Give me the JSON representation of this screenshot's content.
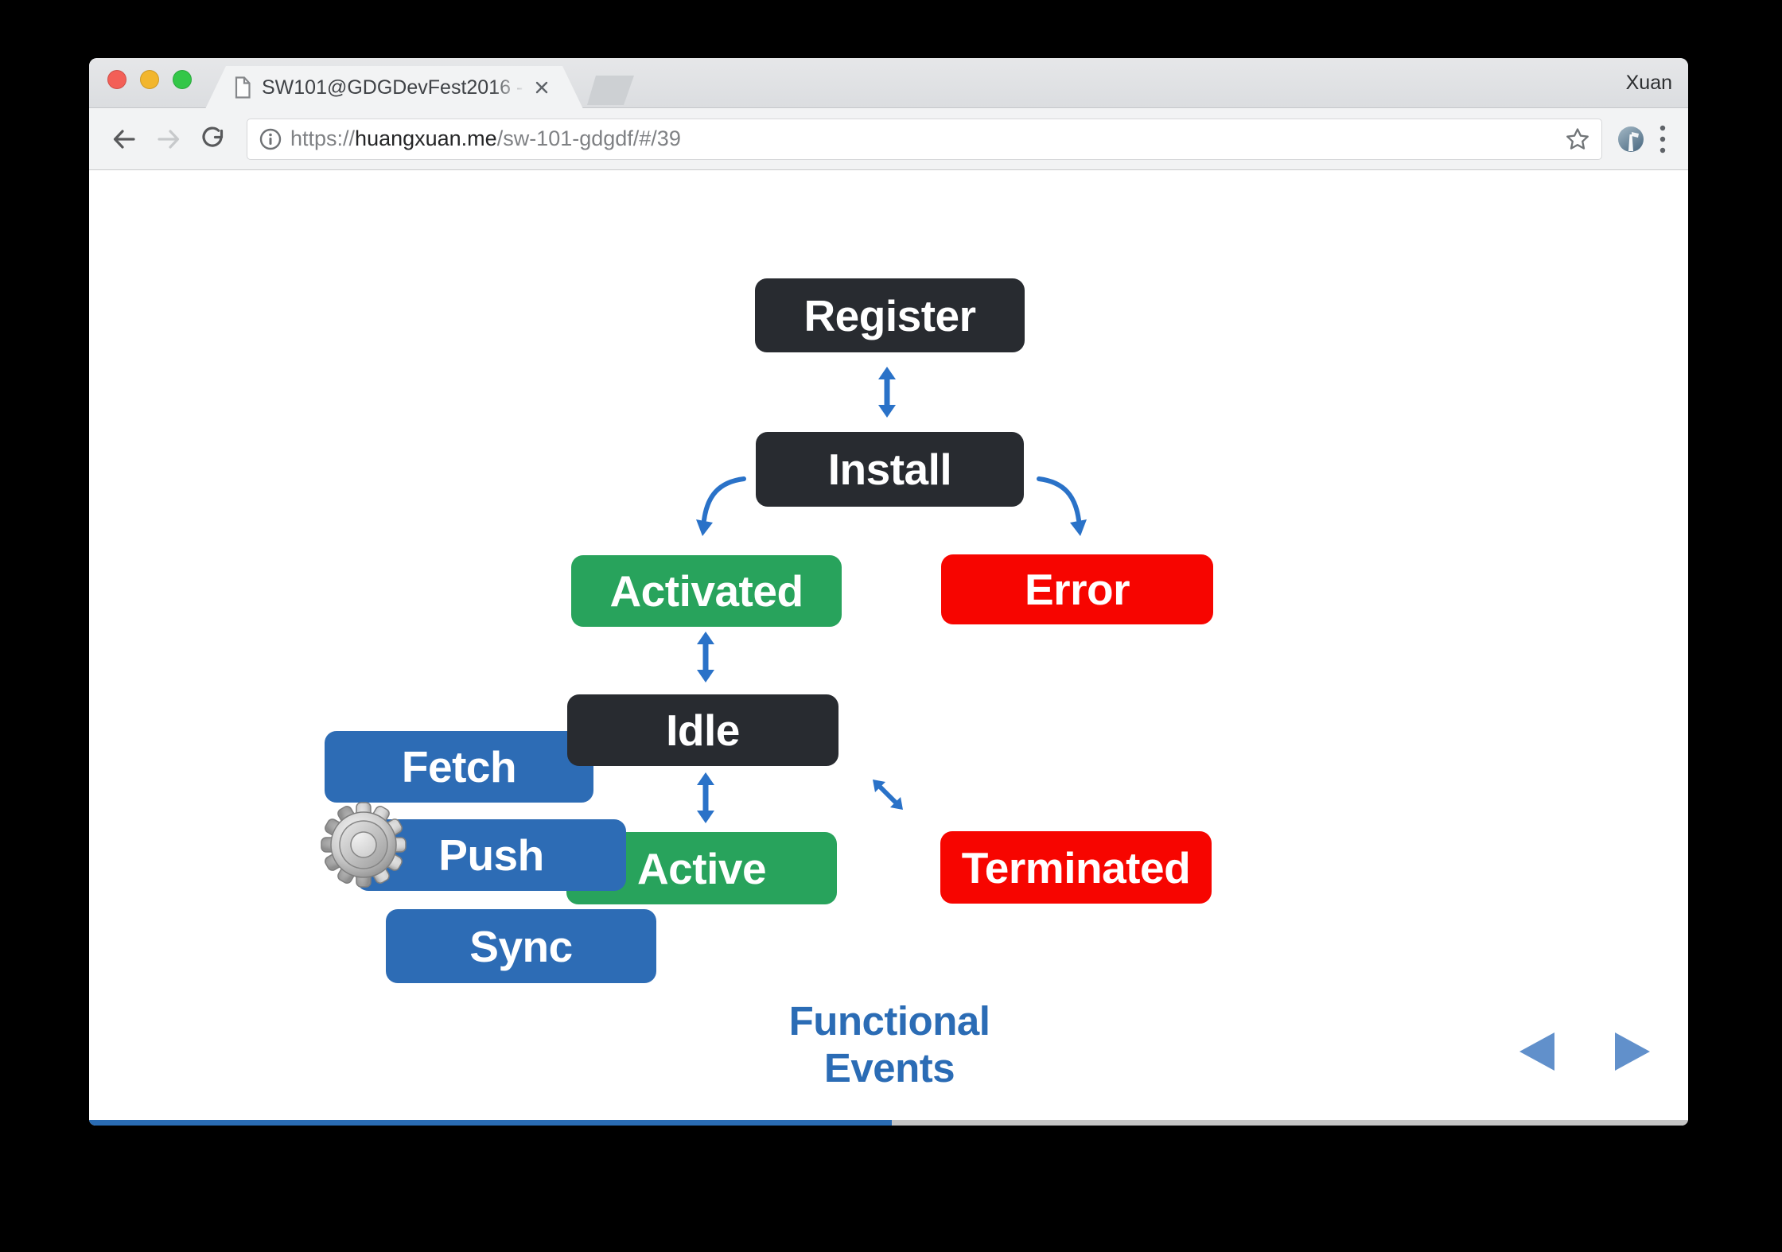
{
  "browser": {
    "tab_title": "SW101@GDGDevFest2016 - (",
    "profile_name": "Xuan",
    "url": {
      "scheme": "https://",
      "host": "huangxuan.me",
      "path": "/sw-101-gdgdf/#/39"
    }
  },
  "slide": {
    "nodes": {
      "register": {
        "label": "Register",
        "color": "#282b30"
      },
      "install": {
        "label": "Install",
        "color": "#282b30"
      },
      "activated": {
        "label": "Activated",
        "color": "#28a35c"
      },
      "error": {
        "label": "Error",
        "color": "#f70500"
      },
      "idle": {
        "label": "Idle",
        "color": "#282b30"
      },
      "fetch": {
        "label": "Fetch",
        "color": "#2d6cb5"
      },
      "push": {
        "label": "Push",
        "color": "#2d6cb5"
      },
      "sync": {
        "label": "Sync",
        "color": "#2d6cb5"
      },
      "active": {
        "label": "Active",
        "color": "#28a35c"
      },
      "terminated": {
        "label": "Terminated",
        "color": "#f70500"
      }
    },
    "caption": "Functional Events",
    "colors": {
      "arrow": "#2a72c8",
      "caption": "#2b6cb5",
      "nav_triangle": "#6190cb"
    },
    "progress_fraction": 0.5
  }
}
